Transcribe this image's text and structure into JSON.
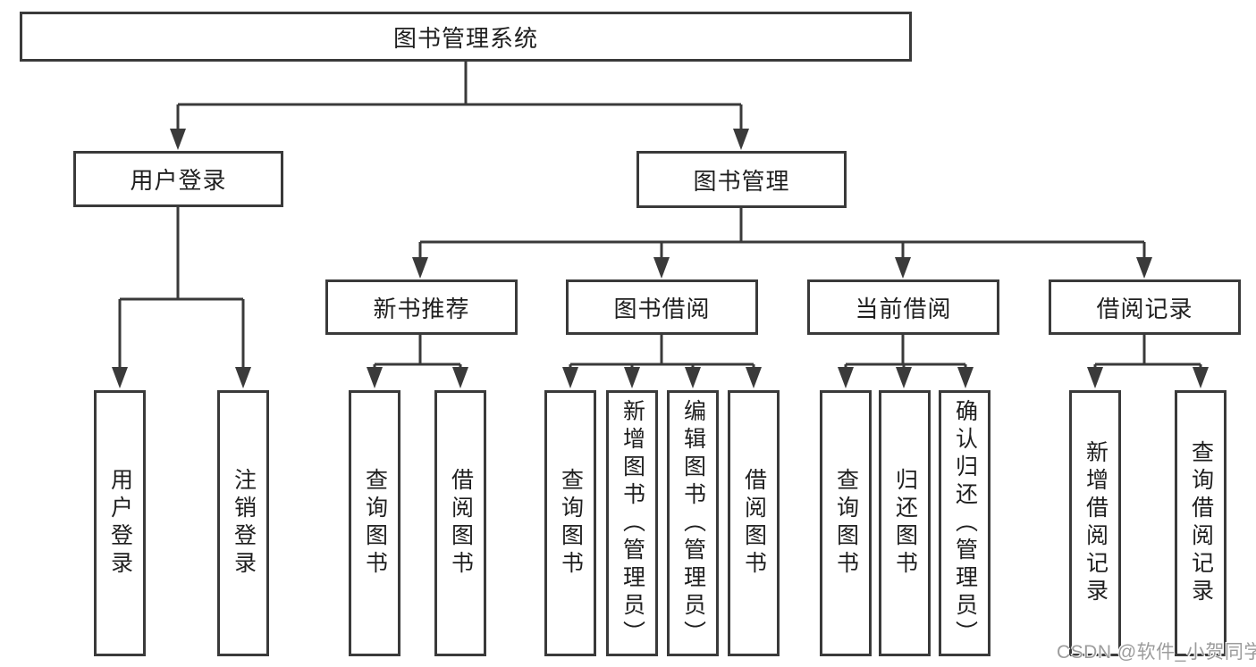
{
  "diagram": {
    "root": {
      "label": "图书管理系统"
    },
    "branches": [
      {
        "label": "用户登录",
        "children": [
          {
            "label": "用户登录"
          },
          {
            "label": "注销登录"
          }
        ]
      },
      {
        "label": "图书管理",
        "children": [
          {
            "label": "新书推荐",
            "children": [
              {
                "label": "查询图书"
              },
              {
                "label": "借阅图书"
              }
            ]
          },
          {
            "label": "图书借阅",
            "children": [
              {
                "label": "查询图书"
              },
              {
                "label": "新增图书（管理员）"
              },
              {
                "label": "编辑图书（管理员）"
              },
              {
                "label": "借阅图书"
              }
            ]
          },
          {
            "label": "当前借阅",
            "children": [
              {
                "label": "查询图书"
              },
              {
                "label": "归还图书"
              },
              {
                "label": "确认归还（管理员）"
              }
            ]
          },
          {
            "label": "借阅记录",
            "children": [
              {
                "label": "新增借阅记录"
              },
              {
                "label": "查询借阅记录"
              }
            ]
          }
        ]
      }
    ]
  },
  "watermark": {
    "text": "CSDN @软件_小贺同学"
  },
  "colors": {
    "line": "#3a3a3a",
    "text": "#1f1f1f",
    "watermark": "#9c9c9c",
    "background": "#ffffff"
  }
}
